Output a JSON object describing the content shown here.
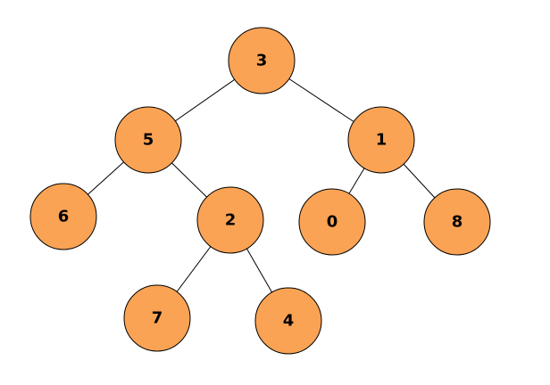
{
  "tree": {
    "node_fill": "#fba354",
    "outline_color": "#000000",
    "nodes": [
      {
        "id": "root",
        "label": "3"
      },
      {
        "id": "root-left",
        "label": "5"
      },
      {
        "id": "root-right",
        "label": "1"
      },
      {
        "id": "left-left",
        "label": "6"
      },
      {
        "id": "left-right",
        "label": "2"
      },
      {
        "id": "right-left",
        "label": "0"
      },
      {
        "id": "right-right",
        "label": "8"
      },
      {
        "id": "lr-left",
        "label": "7"
      },
      {
        "id": "lr-right",
        "label": "4"
      }
    ],
    "edges": [
      {
        "from": "root",
        "to": "root-left"
      },
      {
        "from": "root",
        "to": "root-right"
      },
      {
        "from": "root-left",
        "to": "left-left"
      },
      {
        "from": "root-left",
        "to": "left-right"
      },
      {
        "from": "root-right",
        "to": "right-left"
      },
      {
        "from": "root-right",
        "to": "right-right"
      },
      {
        "from": "left-right",
        "to": "lr-left"
      },
      {
        "from": "left-right",
        "to": "lr-right"
      }
    ]
  }
}
